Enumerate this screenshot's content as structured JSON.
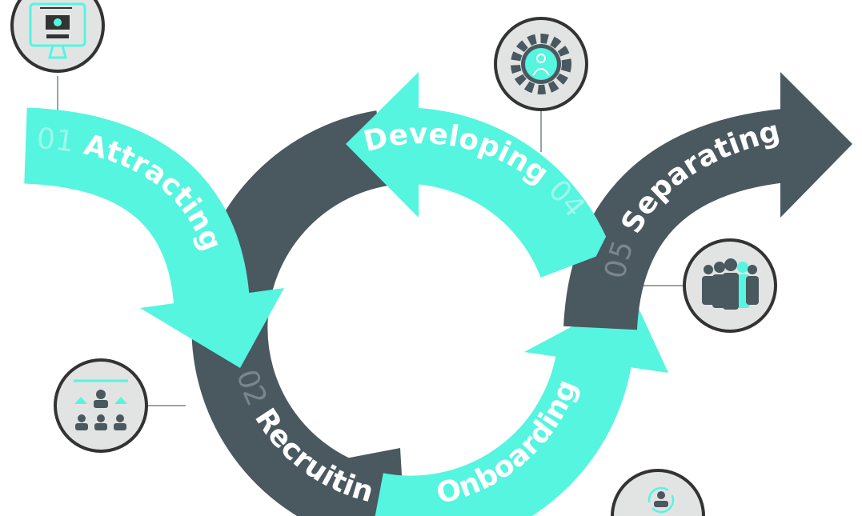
{
  "colors": {
    "teal": "#55F5E0",
    "dark": "#4A5860",
    "circle_fill": "#E2E4E3",
    "circle_stroke": "#333333"
  },
  "stages": [
    {
      "number": "01",
      "label": "Attracting",
      "icon": "monitor-video-icon"
    },
    {
      "number": "02",
      "label": "Recruiting",
      "icon": "org-chart-people-icon"
    },
    {
      "label": "Onboarding",
      "icon": "user-cycle-icon"
    },
    {
      "number": "04",
      "label": "Developing",
      "icon": "gear-person-icon"
    },
    {
      "number": "05",
      "label": "Separating",
      "icon": "group-people-icon"
    }
  ]
}
